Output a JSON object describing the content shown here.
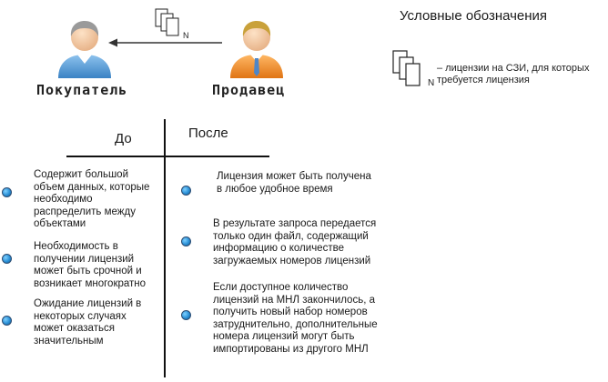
{
  "actors": {
    "buyer": "Покупатель",
    "seller": "Продавец"
  },
  "doc_icon_letter": "N",
  "legend": {
    "title": "Условные обозначения",
    "icon_letter": "N",
    "text": "– лицензии на СЗИ, для которых требуется лицензия"
  },
  "table": {
    "before_header": "До",
    "after_header": "После",
    "before_items": [
      "Содержит большой объем данных, которые необходимо распределить между объектами",
      "Необходимость в получении лицензий может быть срочной и возникает многократно",
      "Ожидание лицензий в некоторых случаях может оказаться значительным"
    ],
    "after_items": [
      "Лицензия может быть получена в любое удобное время",
      "В результате запроса передается только один файл, содержащий информацию о количестве загружаемых номеров лицензий",
      "Если доступное количество лицензий на МНЛ закончилось, а получить новый набор номеров затруднительно, дополнительные номера лицензий могут быть импортированы из другого МНЛ"
    ]
  },
  "colors": {
    "buyer_shirt": "#5a9fd8",
    "seller_shirt": "#f3902a",
    "bullet": "#2a8fd6"
  },
  "icons": [
    "buyer-person-icon",
    "seller-person-icon",
    "license-documents-icon",
    "arrow-left-icon",
    "bullet-icon"
  ]
}
